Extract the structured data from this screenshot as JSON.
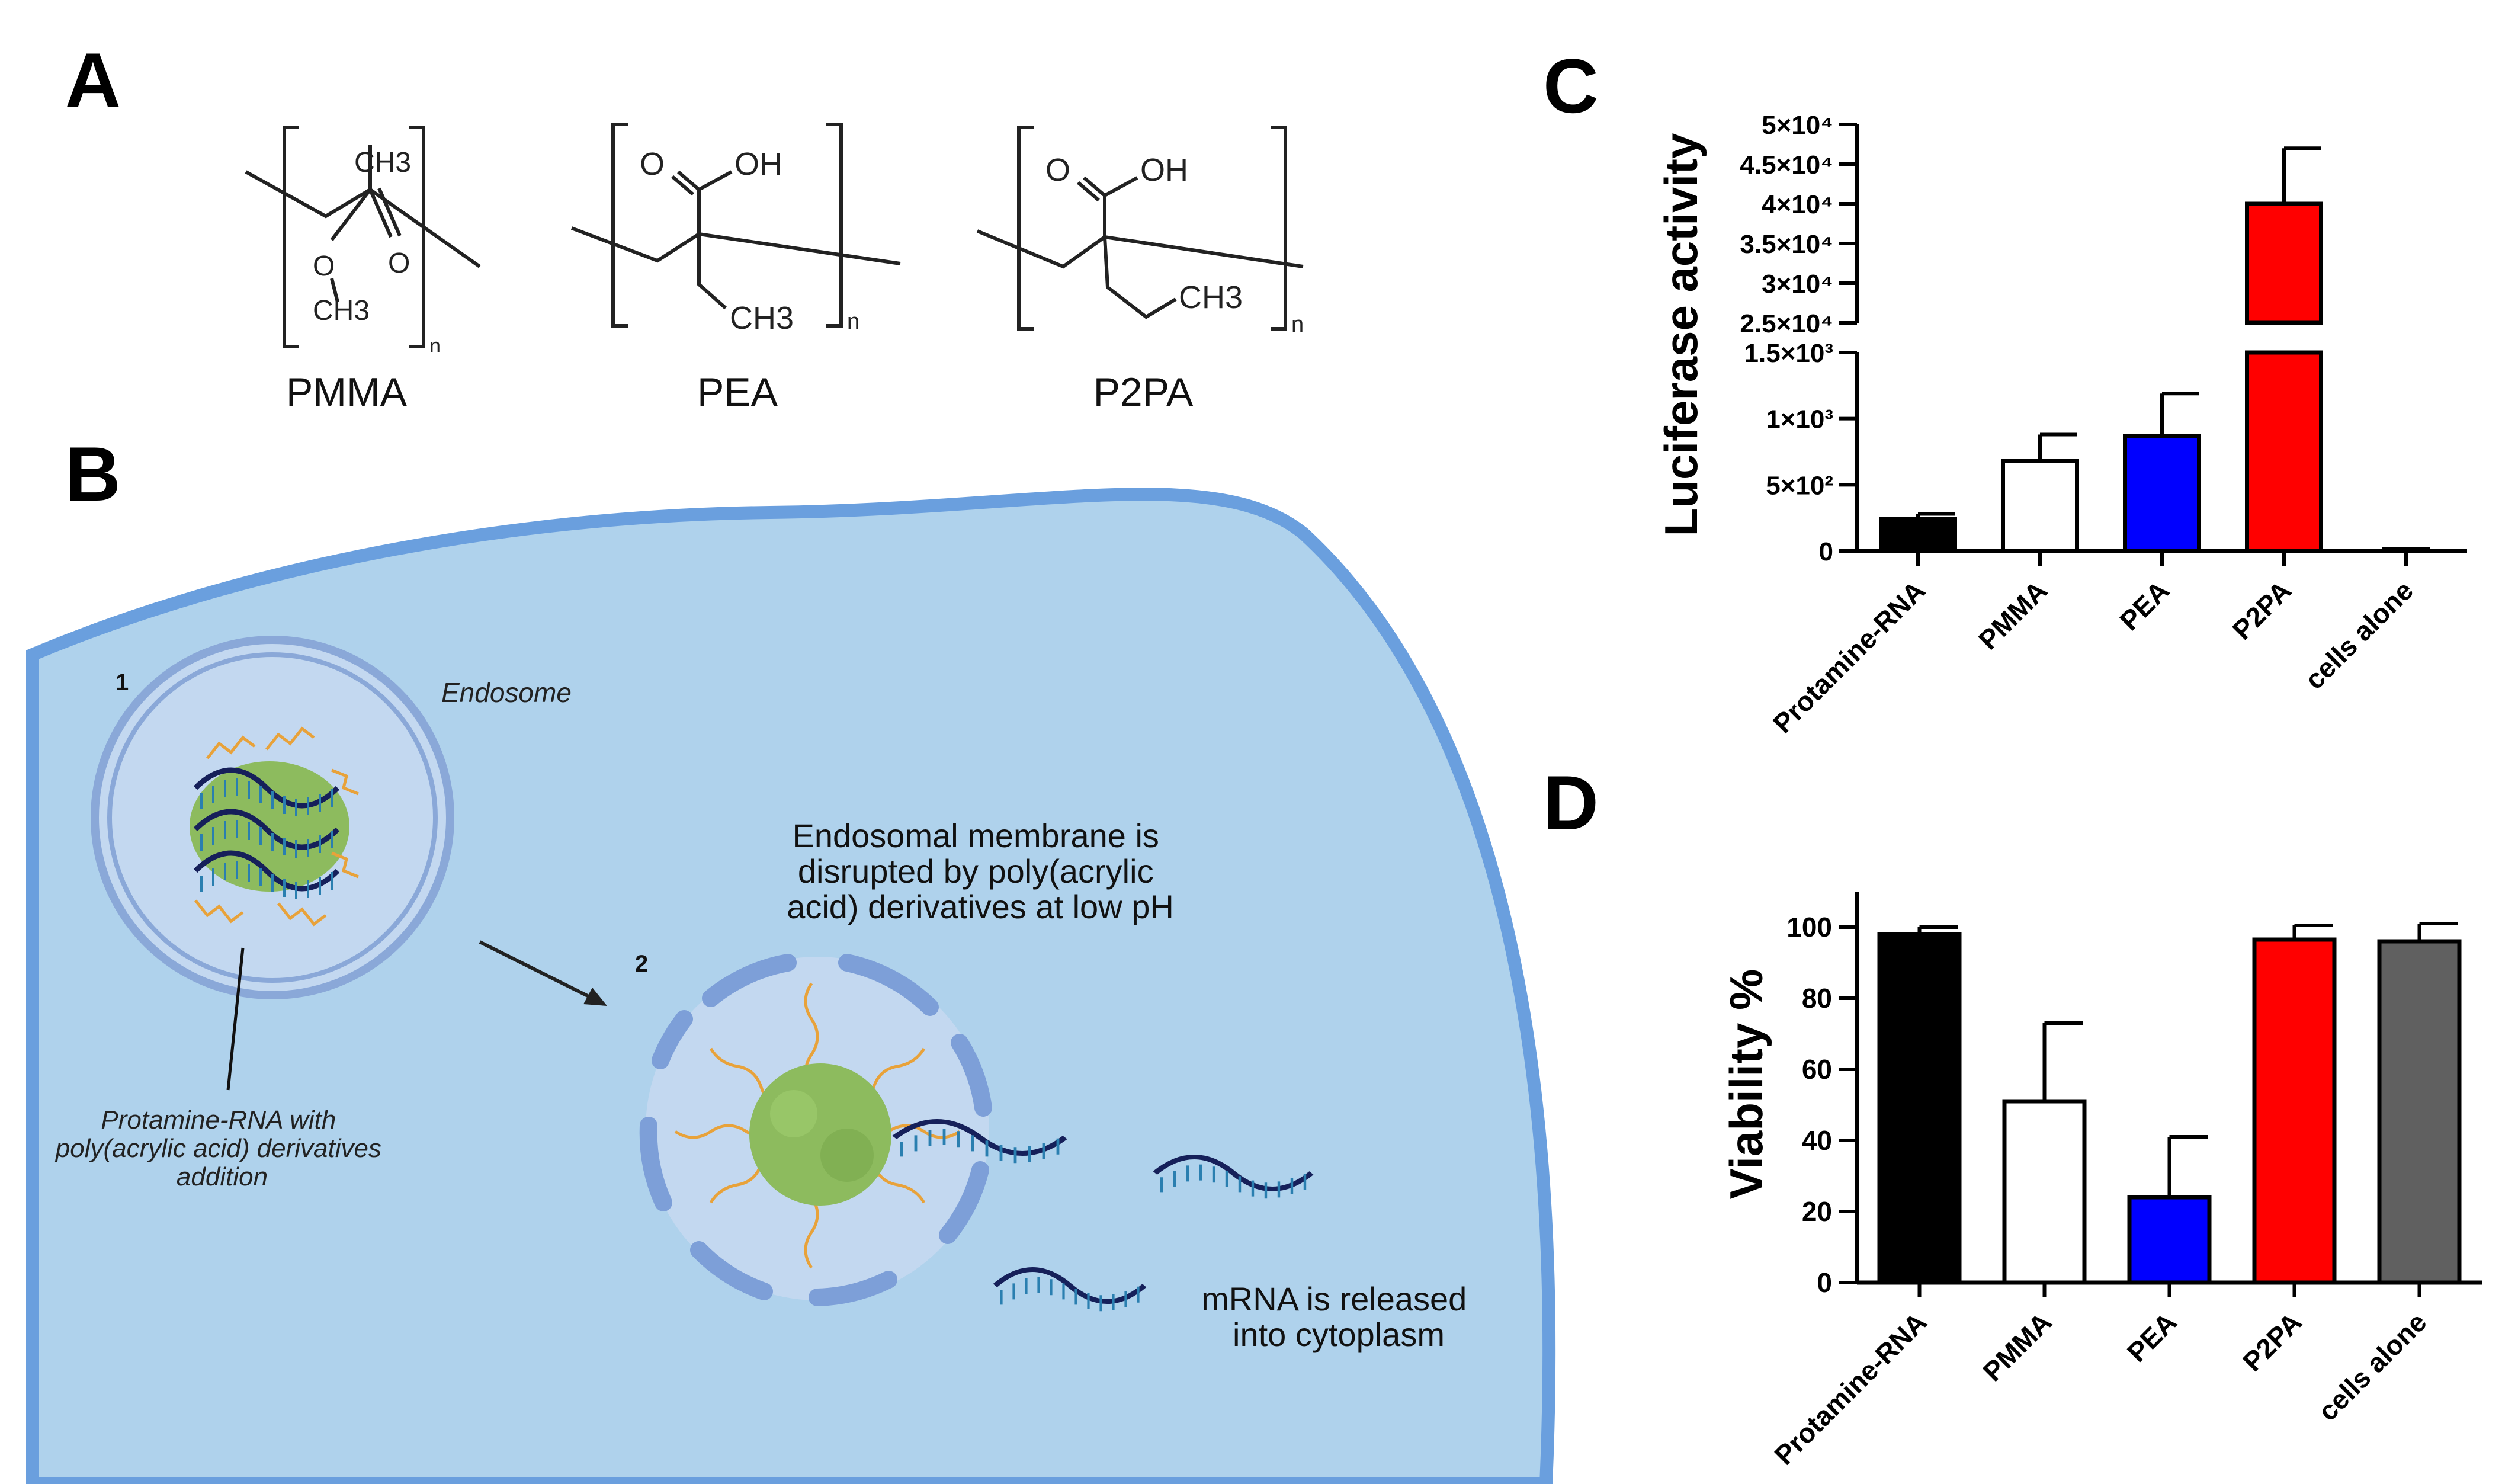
{
  "panels": {
    "A": "A",
    "B": "B",
    "C": "C",
    "D": "D"
  },
  "structures": {
    "pmma": {
      "name": "PMMA",
      "ch3_top": "CH3",
      "o": "O",
      "o_double": "O",
      "ch3_bottom": "CH3",
      "n": "n"
    },
    "pea": {
      "name": "PEA",
      "o": "O",
      "oh": "OH",
      "ch3": "CH3",
      "n": "n"
    },
    "p2pa": {
      "name": "P2PA",
      "o": "O",
      "oh": "OH",
      "ch3": "CH3",
      "n": "n"
    }
  },
  "schematic": {
    "step1": "1",
    "step2": "2",
    "endosome": "Endosome",
    "complex_label": [
      "Protamine-RNA with",
      "poly(acrylic acid) derivatives",
      "addition"
    ],
    "disrupt_label": [
      "Endosomal membrane is",
      "disrupted by poly(acrylic",
      "acid) derivatives at low pH"
    ],
    "release_label": [
      "mRNA is released",
      "into cytoplasm"
    ]
  },
  "colors": {
    "cell_fill": "#afd2ec",
    "cell_membrane": "#6a9fde",
    "endosome_ring": "#8aa8d8",
    "endosome_fill": "#c3d8f0",
    "rna": "#16205a",
    "protamine": "#8dbb5e",
    "polymer": "#e8a23a",
    "black": "#000000",
    "white": "#ffffff",
    "blue": "#0000ff",
    "red": "#ff0000",
    "gray": "#606060"
  },
  "chart_data": [
    {
      "panel": "C",
      "type": "bar",
      "ylabel": "Luciferase activity",
      "categories": [
        "Protamine-RNA",
        "PMMA",
        "PEA",
        "P2PA",
        "cells alone"
      ],
      "values": [
        240,
        680,
        870,
        40000,
        0
      ],
      "errors": [
        40,
        200,
        320,
        7000,
        0
      ],
      "colors": [
        "#000000",
        "#ffffff",
        "#0000ff",
        "#ff0000",
        "#ffffff"
      ],
      "axis_break": true,
      "lower_ylim": [
        0,
        1500
      ],
      "upper_ylim": [
        25000,
        50000
      ],
      "lower_ticks": [
        "0",
        "5×10²",
        "1×10³",
        "1.5×10³"
      ],
      "upper_ticks": [
        "2.5×10⁴",
        "3×10⁴",
        "3.5×10⁴",
        "4×10⁴",
        "4.5×10⁴",
        "5×10⁴"
      ]
    },
    {
      "panel": "D",
      "type": "bar",
      "ylabel": "Viability %",
      "categories": [
        "Protamine-RNA",
        "PMMA",
        "PEA",
        "P2PA",
        "cells alone"
      ],
      "values": [
        98,
        51,
        24,
        96.5,
        96
      ],
      "errors": [
        2,
        22,
        17,
        4,
        5
      ],
      "colors": [
        "#000000",
        "#ffffff",
        "#0000ff",
        "#ff0000",
        "#606060"
      ],
      "ylim": [
        0,
        110
      ],
      "ticks": [
        "0",
        "20",
        "40",
        "60",
        "80",
        "100"
      ]
    }
  ]
}
